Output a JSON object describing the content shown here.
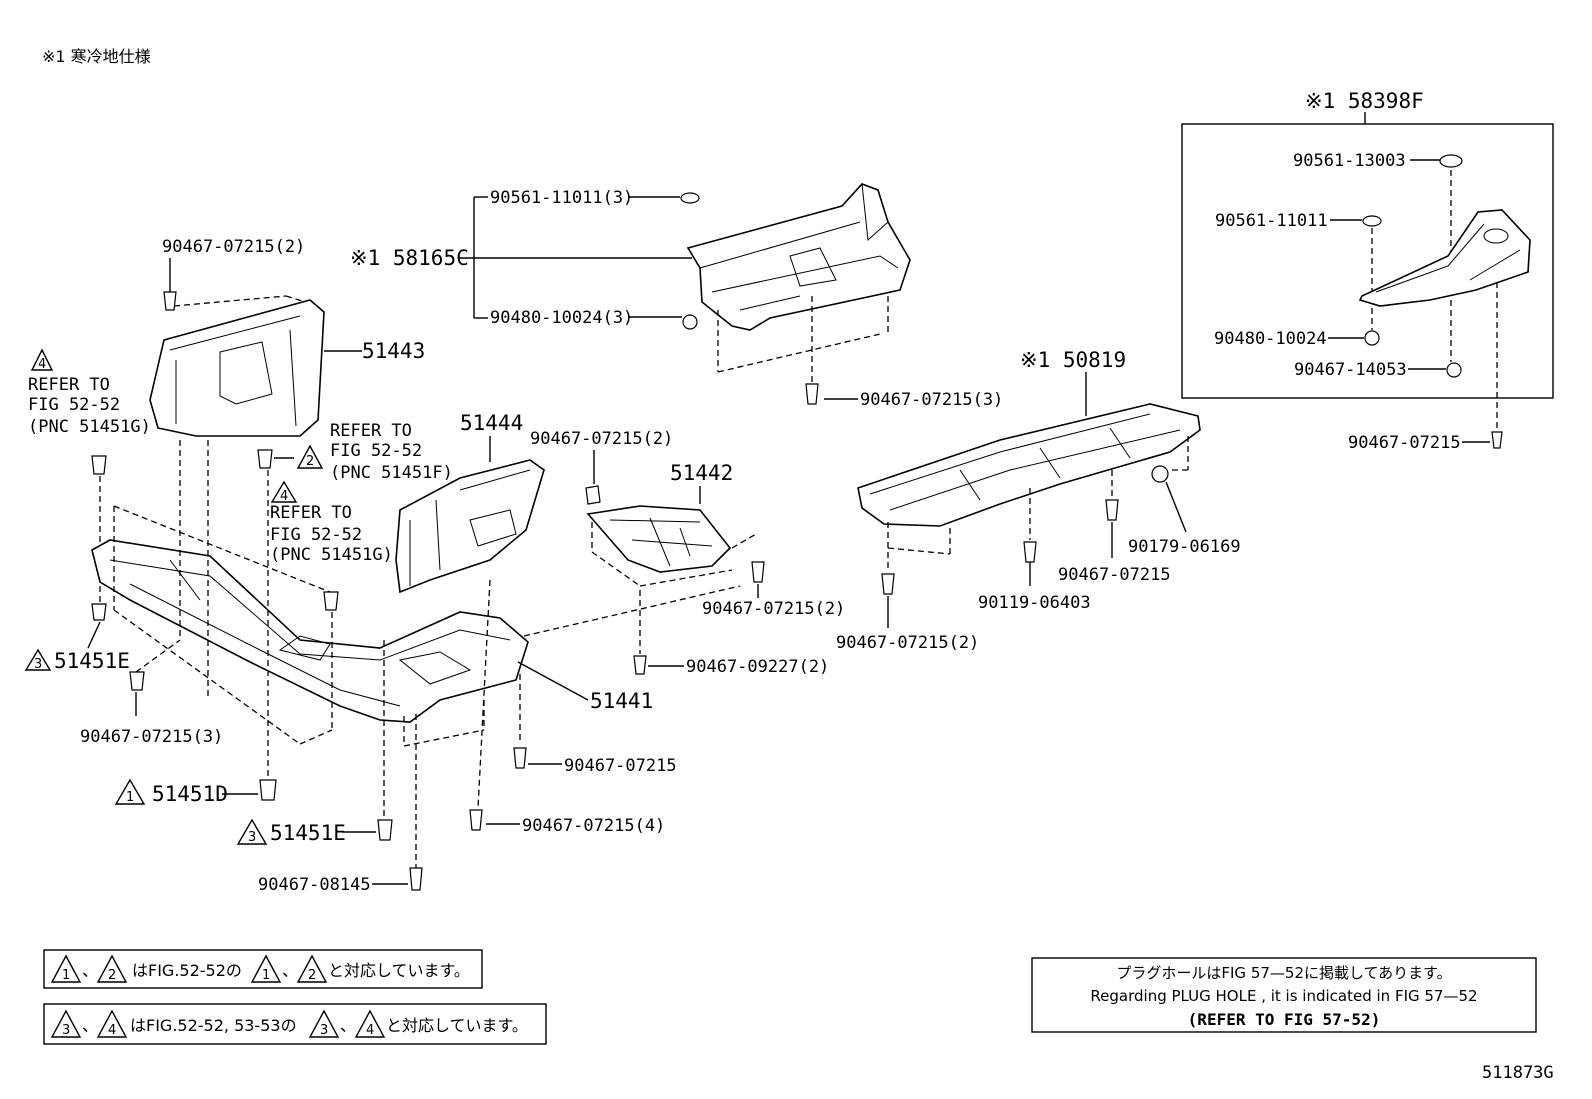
{
  "diagram_code": "511873G",
  "note_top": "※1  寒冷地仕様",
  "groups": {
    "g58398F": "※1 58398F",
    "g58165C": "※1 58165C",
    "g50819": "※1 50819"
  },
  "parts": {
    "p51443": "51443",
    "p51444": "51444",
    "p51442": "51442",
    "p51441": "51441",
    "p51451E_a": "51451E",
    "p51451E_b": "51451E",
    "p51451D": "51451D"
  },
  "fasteners": {
    "f_0721_2_top": "90467-07215(2)",
    "f_1101_3": "90561-11011(3)",
    "f_1002_3": "90480-10024(3)",
    "f_0721_3_a": "90467-07215(3)",
    "f_0721_2_mid": "90467-07215(2)",
    "f_0721_2_r": "90467-07215(2)",
    "f_0922_2": "90467-09227(2)",
    "f_0721_2_low": "90467-07215(2)",
    "f_0721_3_b": "90467-07215(3)",
    "f_0721_single": "90467-07215",
    "f_0721_4": "90467-07215(4)",
    "f_0814": "90467-08145",
    "f_0119": "90119-06403",
    "f_0721_50819": "90467-07215",
    "f_0179": "90179-06169",
    "f_1300": "90561-13003",
    "f_1101": "90561-11011",
    "f_1002": "90480-10024",
    "f_1405": "90467-14053",
    "f_0721_box": "90467-07215"
  },
  "refs": {
    "r1_line1": "REFER TO",
    "r1_line2": "FIG 52-52",
    "r1_line3": "(PNC 51451G)",
    "r2_line1": "REFER TO",
    "r2_line2": "FIG 52-52",
    "r2_line3": "(PNC 51451F)",
    "r3_line1": "REFER TO",
    "r3_line2": "FIG 52-52",
    "r3_line3": "(PNC 51451G)"
  },
  "triangles": {
    "t1": "1",
    "t2": "2",
    "t3": "3",
    "t4": "4"
  },
  "legend": {
    "row1_sep": "、",
    "row1_text": "はFIG.52-52の",
    "row1_end": "と対応しています。",
    "row2_sep": "、",
    "row2_text": "はFIG.52-52, 53-53の",
    "row2_end": "と対応しています。"
  },
  "plug_note": {
    "line1": "プラグホールはFIG  57—52に掲載してあります。",
    "line2": "Regarding  PLUG  HOLE , it is indicated in FIG  57—52",
    "line3": "(REFER  TO  FIG  57-52)"
  }
}
